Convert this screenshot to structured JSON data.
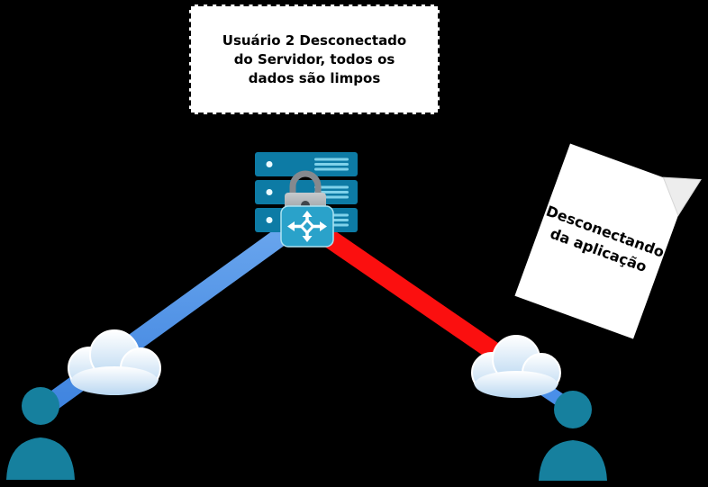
{
  "callout": {
    "lines": [
      "Usuário 2 Desconectado",
      "do Servidor, todos os",
      "dados são limpos"
    ]
  },
  "paper": {
    "lines": [
      "Desconectando",
      "da aplicação"
    ]
  },
  "icons": {
    "server": "server-stack-icon",
    "padlock": "padlock-icon",
    "router": "move-arrows-icon",
    "cloud_left": "cloud-icon",
    "cloud_right": "cloud-icon",
    "user_left": "user-icon",
    "user_right": "user-icon"
  },
  "colors": {
    "background": "#000000",
    "server": "#0d7ba5",
    "server_detail": "#7fd2ea",
    "router": "#2aa2ca",
    "line_blue": "#4a8fe8",
    "line_red": "#fb0f0f",
    "person": "#16809e",
    "lock": "#85898e",
    "callout_bg": "#ffffff",
    "callout_border": "#000000",
    "paper_bg": "#ffffff",
    "text": "#000000"
  }
}
